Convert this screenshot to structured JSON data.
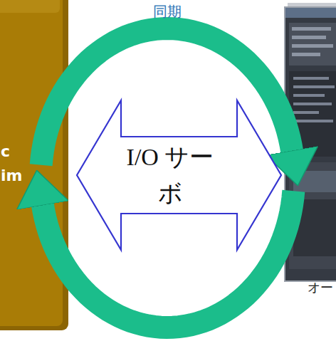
{
  "diagram": {
    "nodes": [
      {
        "text": [
          "c im"
        ]
      },
      {
        "text": [
          "オー"
        ]
      }
    ],
    "edges": [
      {
        "from": 0,
        "to": 1,
        "arrow": "to",
        "label": "同期"
      },
      {
        "from": 1,
        "to": 0,
        "arrow": "to"
      },
      {
        "from": 0,
        "to": 1,
        "arrow": "both",
        "label": "I/O サーボ"
      }
    ]
  }
}
